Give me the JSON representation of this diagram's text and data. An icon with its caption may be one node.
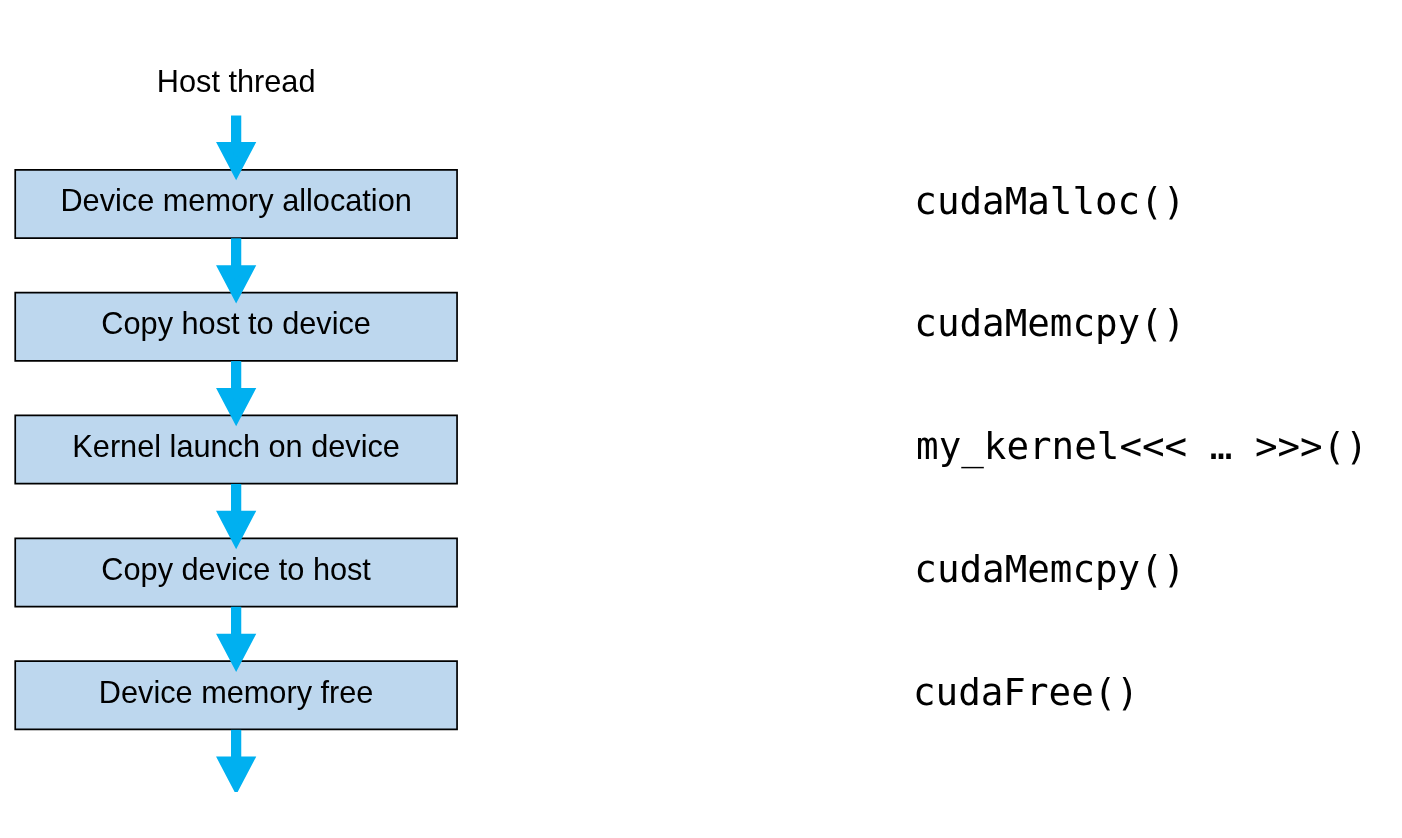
{
  "diagram": {
    "nodes": [
      {
        "text": [
          "Host thread"
        ]
      },
      {
        "text": [
          "Device memory allocation"
        ]
      },
      {
        "text": [
          "Copy host to device"
        ]
      },
      {
        "text": [
          "Kernel launch on device"
        ]
      },
      {
        "text": [
          "Copy device to host"
        ]
      },
      {
        "text": [
          "Device memory free"
        ]
      }
    ],
    "labels": [
      "cudaMalloc()",
      "cudaMemcpy()",
      "my_kernel<<< … >>>()",
      "cudaMemcpy()",
      "cudaFree()"
    ],
    "edges": [
      {
        "from": 0,
        "to": 1,
        "arrow": "to"
      },
      {
        "from": 1,
        "to": 2,
        "arrow": "to"
      },
      {
        "from": 2,
        "to": 3,
        "arrow": "to"
      },
      {
        "from": 3,
        "to": 4,
        "arrow": "to"
      },
      {
        "from": 4,
        "to": 5,
        "arrow": "to"
      },
      {
        "from": 5,
        "to": null,
        "arrow": "to"
      }
    ]
  }
}
